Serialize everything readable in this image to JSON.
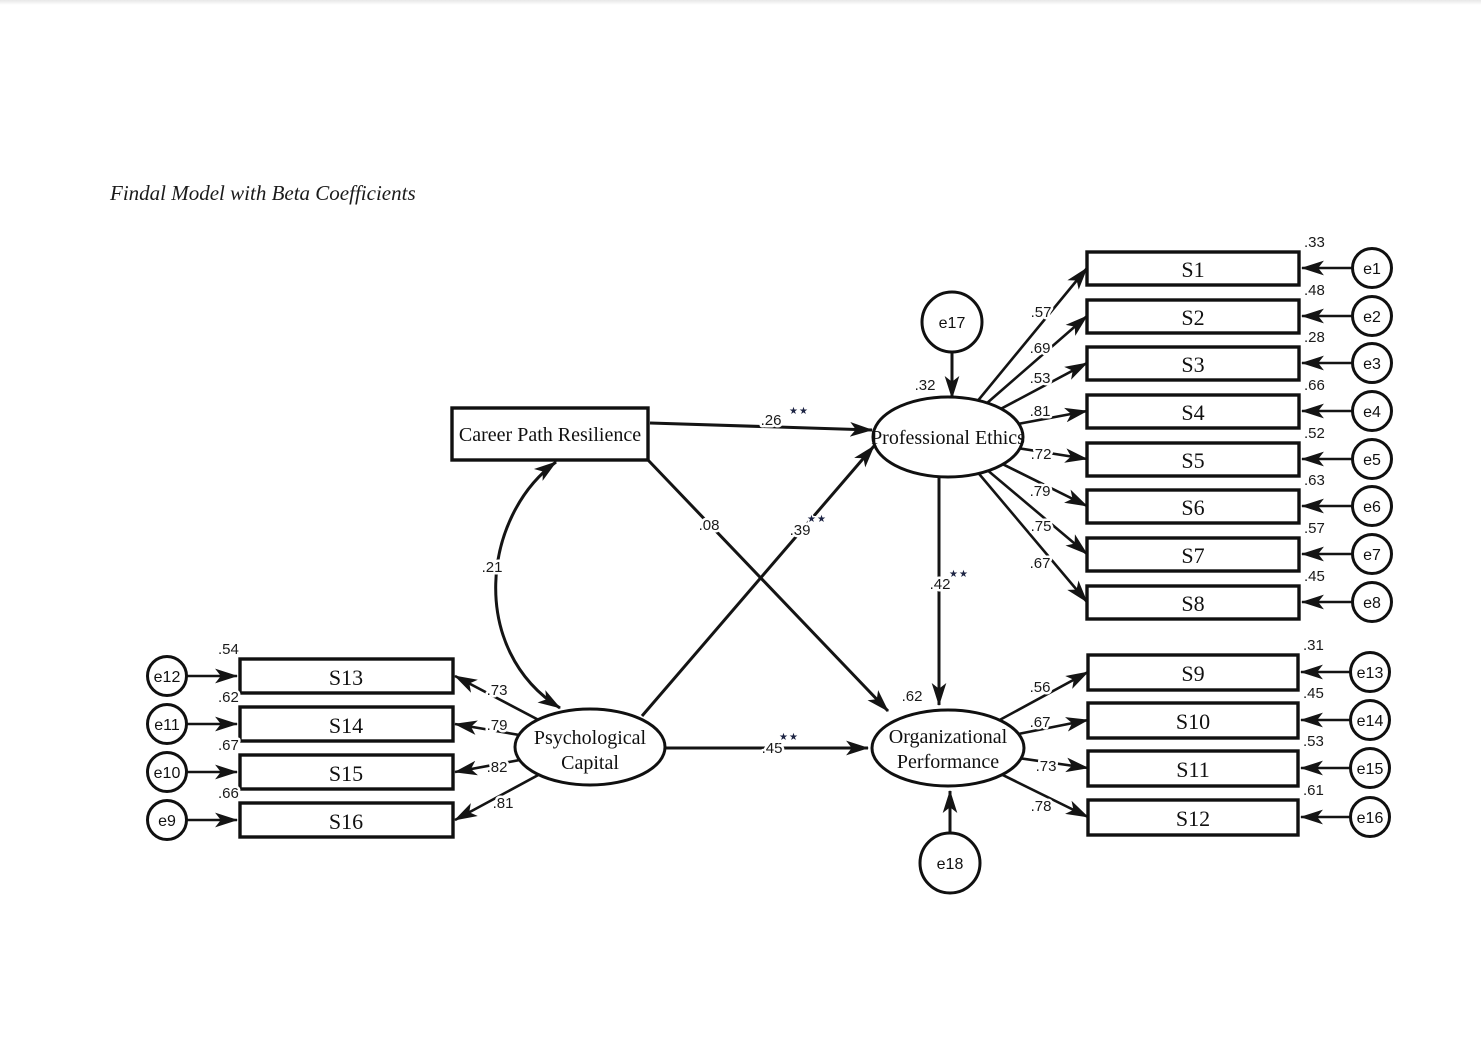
{
  "title": "Findal Model with Beta Coefficients",
  "latents": {
    "career_path_resilience": {
      "label": "Career Path Resilience"
    },
    "professional_ethics": {
      "label": "Professional Ethics",
      "r2": ".32",
      "error_label": "e17"
    },
    "psychological_capital": {
      "label_line1": "Psychological",
      "label_line2": "Capital"
    },
    "organizational_performance": {
      "label_line1": "Organizational",
      "label_line2": "Performance",
      "r2": ".62",
      "error_label": "e18"
    }
  },
  "paths": {
    "cpr_to_pe": {
      "coef": ".26",
      "sig": "★★"
    },
    "cpr_to_op": {
      "coef": ".08",
      "sig": ""
    },
    "pc_to_pe": {
      "coef": ".39",
      "sig": "★★"
    },
    "pe_to_op": {
      "coef": ".42",
      "sig": "★★"
    },
    "pc_to_op": {
      "coef": ".45",
      "sig": "★★"
    },
    "cpr_pc_covariance": {
      "coef": ".21"
    }
  },
  "indicators": {
    "pe": [
      {
        "label": "S1",
        "loading": ".57",
        "error_var": ".33",
        "error": "e1"
      },
      {
        "label": "S2",
        "loading": ".69",
        "error_var": ".48",
        "error": "e2"
      },
      {
        "label": "S3",
        "loading": ".53",
        "error_var": ".28",
        "error": "e3"
      },
      {
        "label": "S4",
        "loading": ".81",
        "error_var": ".66",
        "error": "e4"
      },
      {
        "label": "S5",
        "loading": ".72",
        "error_var": ".52",
        "error": "e5"
      },
      {
        "label": "S6",
        "loading": ".79",
        "error_var": ".63",
        "error": "e6"
      },
      {
        "label": "S7",
        "loading": ".75",
        "error_var": ".57",
        "error": "e7"
      },
      {
        "label": "S8",
        "loading": ".67",
        "error_var": ".45",
        "error": "e8"
      }
    ],
    "op": [
      {
        "label": "S9",
        "loading": ".56",
        "error_var": ".31",
        "error": "e13"
      },
      {
        "label": "S10",
        "loading": ".67",
        "error_var": ".45",
        "error": "e14"
      },
      {
        "label": "S11",
        "loading": ".73",
        "error_var": ".53",
        "error": "e15"
      },
      {
        "label": "S12",
        "loading": ".78",
        "error_var": ".61",
        "error": "e16"
      }
    ],
    "pc": [
      {
        "label": "S13",
        "loading": ".73",
        "error_var": ".54",
        "error": "e12"
      },
      {
        "label": "S14",
        "loading": ".79",
        "error_var": ".62",
        "error": "e11"
      },
      {
        "label": "S15",
        "loading": ".82",
        "error_var": ".67",
        "error": "e10"
      },
      {
        "label": "S16",
        "loading": ".81",
        "error_var": ".66",
        "error": "e9"
      }
    ]
  }
}
